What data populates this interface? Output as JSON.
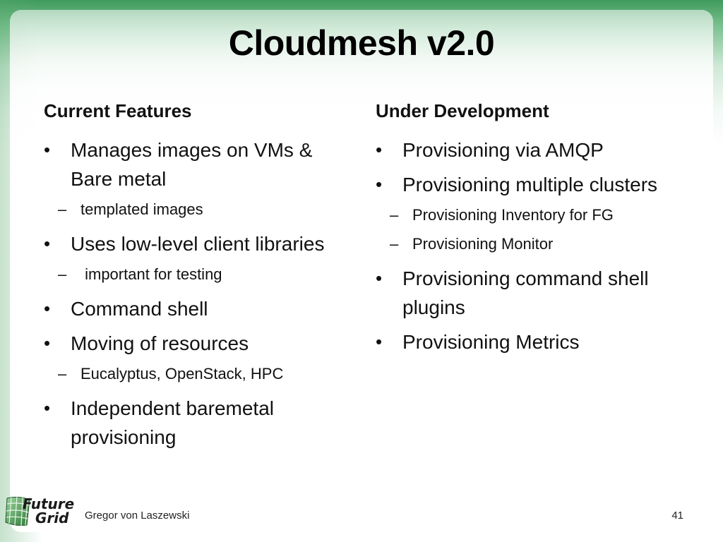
{
  "slide": {
    "title": "Cloudmesh v2.0",
    "left_column": {
      "heading": "Current Features",
      "items": [
        {
          "text": "Manages images on VMs & Bare metal",
          "subs": [
            "templated images"
          ]
        },
        {
          "text": "Uses low-level client libraries",
          "subs": [
            " important for testing"
          ]
        },
        {
          "text": "Command shell",
          "subs": []
        },
        {
          "text": "Moving of resources",
          "subs": [
            "Eucalyptus, OpenStack, HPC"
          ]
        },
        {
          "text": "Independent baremetal provisioning",
          "subs": []
        }
      ]
    },
    "right_column": {
      "heading": "Under Development",
      "items": [
        {
          "text": "Provisioning via AMQP",
          "subs": []
        },
        {
          "text": "Provisioning multiple clusters",
          "subs": [
            "Provisioning Inventory for FG",
            "Provisioning Monitor"
          ]
        },
        {
          "text": "Provisioning command shell plugins",
          "subs": []
        },
        {
          "text": "Provisioning Metrics",
          "subs": []
        }
      ]
    },
    "bullet_glyph": "•",
    "sub_glyph": "–"
  },
  "footer": {
    "author": "Gregor von Laszewski",
    "page_number": "41",
    "logo_line1": "Future",
    "logo_line2": "Grid",
    "logo_icon": "grid-globe-icon"
  },
  "colors": {
    "accent_green": "#3f9a5d",
    "text": "#111111"
  }
}
